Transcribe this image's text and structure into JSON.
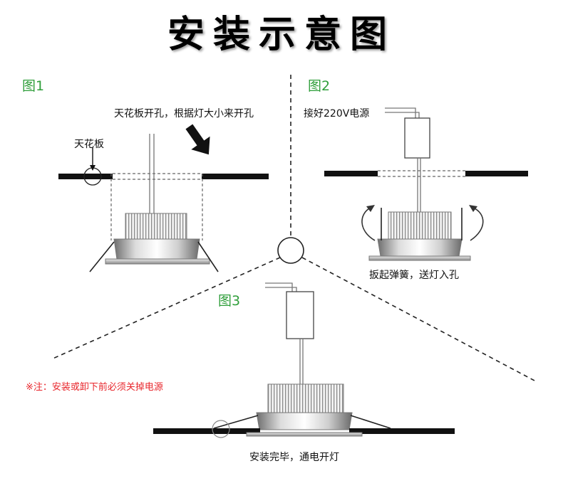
{
  "title": "安装示意图",
  "figures": {
    "fig1": {
      "label": "图1",
      "caption": "天花板开孔，根据灯大小来开孔",
      "ceiling_label": "天花板"
    },
    "fig2": {
      "label": "图2",
      "caption_top": "接好220V电源",
      "caption_bottom": "扳起弹簧，送灯入孔"
    },
    "fig3": {
      "label": "图3",
      "caption_bottom": "安装完毕，通电开灯"
    }
  },
  "note": "※注：安装或卸下前必须关掉电源",
  "colors": {
    "label_green": "#2f9e3a",
    "note_red": "#e8252b",
    "ceiling": "#111111"
  }
}
